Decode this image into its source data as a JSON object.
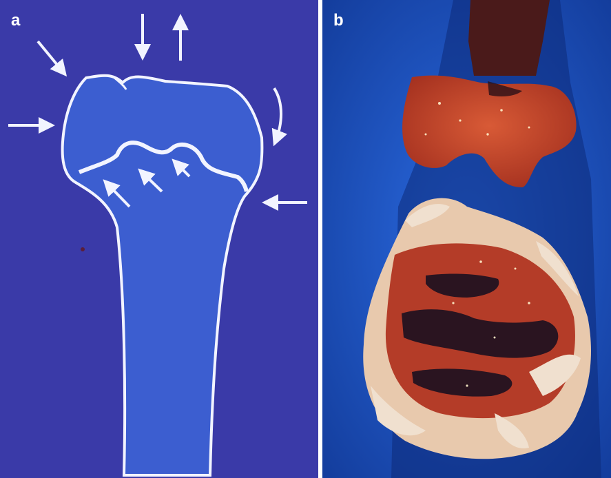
{
  "figure": {
    "panels": [
      {
        "label": "a",
        "content": "schematic-bone-diagram"
      },
      {
        "label": "b",
        "content": "bone-specimen-photograph"
      }
    ]
  },
  "colors": {
    "diagram_background": "#3a3aa8",
    "diagram_line": "#f2f4ff",
    "diagram_bone_fill": "#3c5ed0",
    "photo_background": "#1e4fc0",
    "specimen_red": "#c4452a",
    "specimen_pale": "#f0e0cf",
    "specimen_dark": "#2a1420"
  }
}
